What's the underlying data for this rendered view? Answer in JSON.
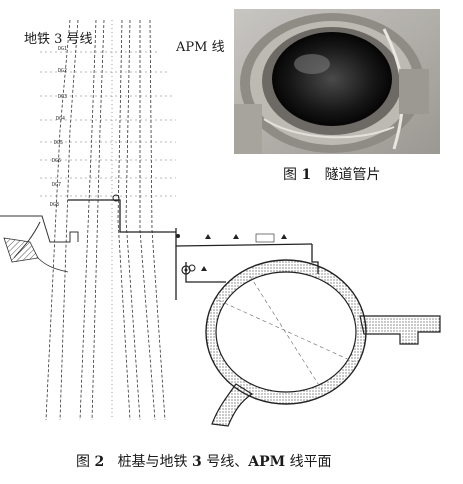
{
  "labels": {
    "metro_line": "地铁 3 号线",
    "apm_line": "APM 线"
  },
  "fig1": {
    "num_prefix": "图",
    "num": "1",
    "title": "隧道管片"
  },
  "fig2": {
    "num_prefix": "图",
    "num": "2",
    "title_a": "桩基与地铁",
    "title_num": "3",
    "title_b": "号线、",
    "title_apm": "APM",
    "title_c": "线平面"
  },
  "colors": {
    "ink": "#1a1a1a",
    "hatch": "#555555",
    "ring_fill": "#cfcfcf",
    "photo_bg": "#c9c6c0"
  },
  "pile_tags": [
    "DG1",
    "DG2",
    "DG3",
    "DG4",
    "DG5",
    "DG6",
    "DG7",
    "DG8"
  ]
}
